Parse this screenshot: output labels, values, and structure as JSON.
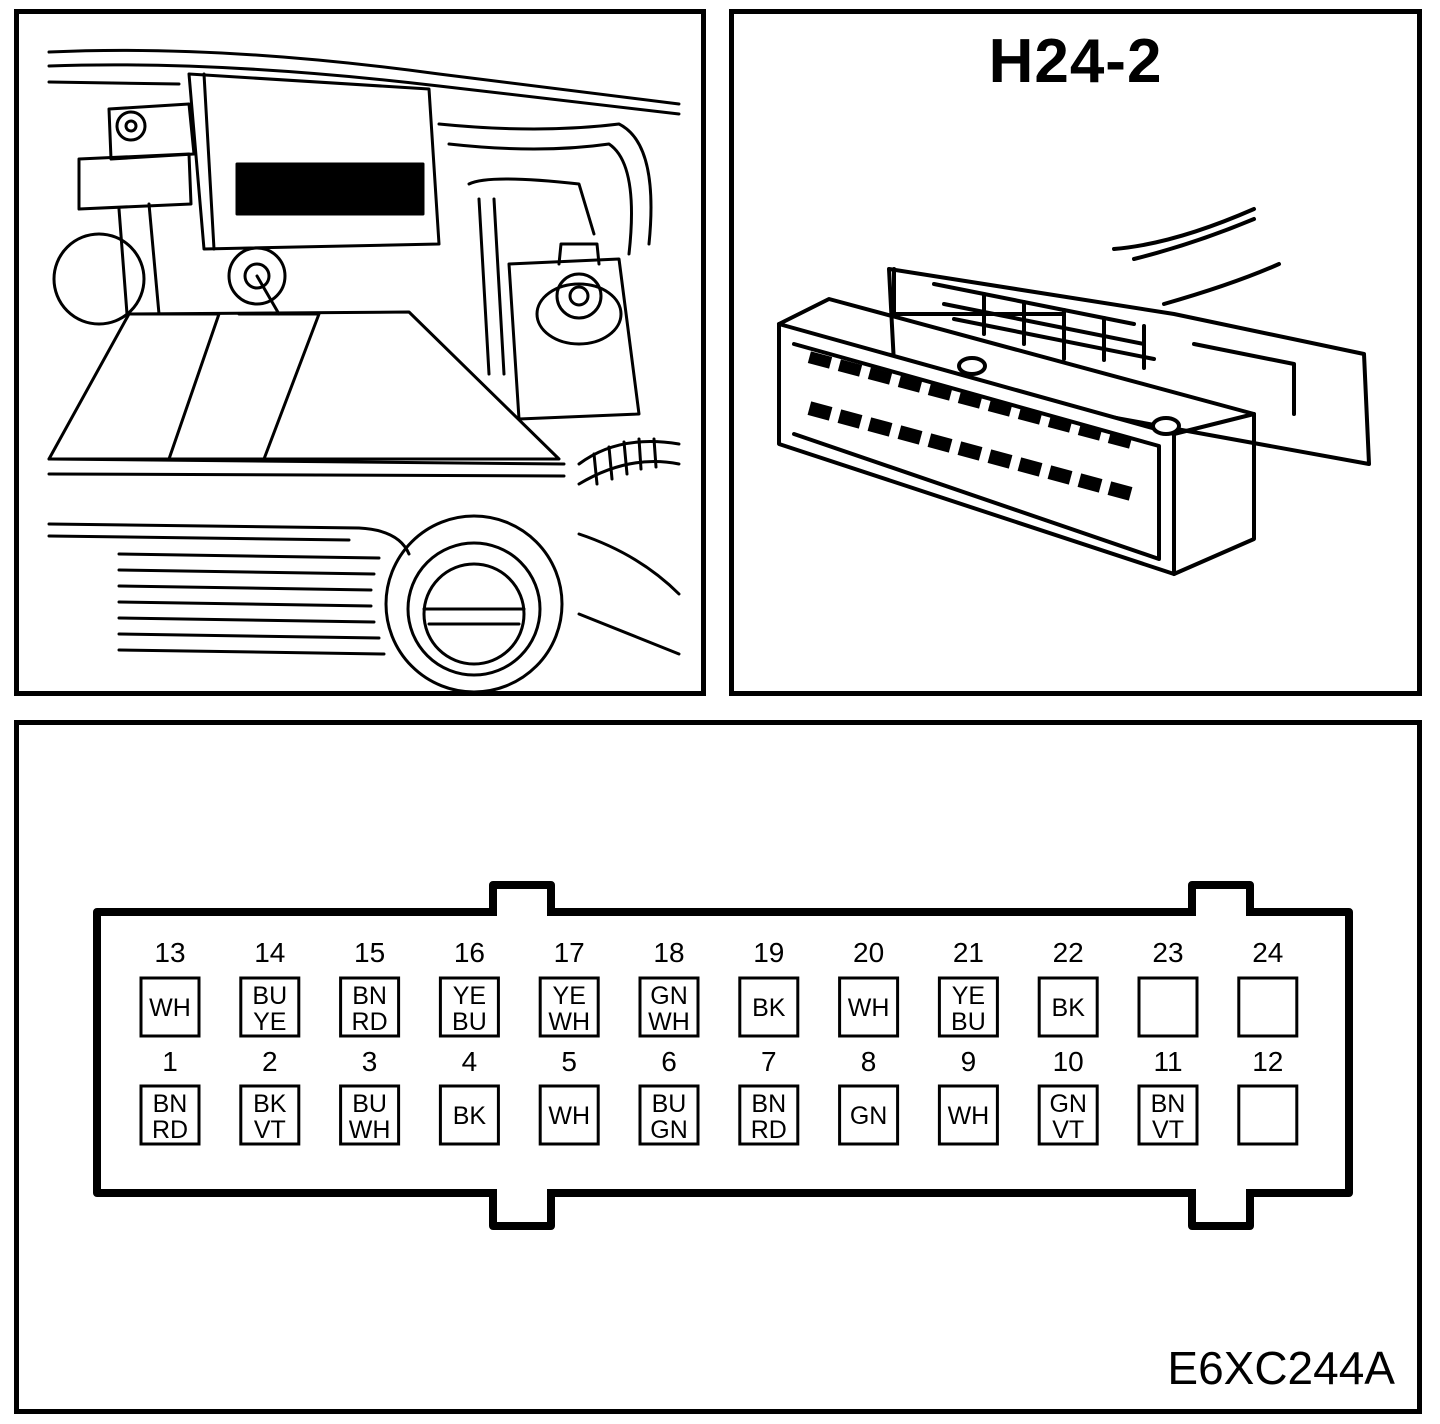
{
  "connector": {
    "title": "H24-2",
    "figure_code": "E6XC244A"
  },
  "pinout": {
    "top_row": [
      {
        "pin": "13",
        "colors": [
          "WH"
        ]
      },
      {
        "pin": "14",
        "colors": [
          "BU",
          "YE"
        ]
      },
      {
        "pin": "15",
        "colors": [
          "BN",
          "RD"
        ]
      },
      {
        "pin": "16",
        "colors": [
          "YE",
          "BU"
        ]
      },
      {
        "pin": "17",
        "colors": [
          "YE",
          "WH"
        ]
      },
      {
        "pin": "18",
        "colors": [
          "GN",
          "WH"
        ]
      },
      {
        "pin": "19",
        "colors": [
          "BK"
        ]
      },
      {
        "pin": "20",
        "colors": [
          "WH"
        ]
      },
      {
        "pin": "21",
        "colors": [
          "YE",
          "BU"
        ]
      },
      {
        "pin": "22",
        "colors": [
          "BK"
        ]
      },
      {
        "pin": "23",
        "colors": []
      },
      {
        "pin": "24",
        "colors": []
      }
    ],
    "bottom_row": [
      {
        "pin": "1",
        "colors": [
          "BN",
          "RD"
        ]
      },
      {
        "pin": "2",
        "colors": [
          "BK",
          "VT"
        ]
      },
      {
        "pin": "3",
        "colors": [
          "BU",
          "WH"
        ]
      },
      {
        "pin": "4",
        "colors": [
          "BK"
        ]
      },
      {
        "pin": "5",
        "colors": [
          "WH"
        ]
      },
      {
        "pin": "6",
        "colors": [
          "BU",
          "GN"
        ]
      },
      {
        "pin": "7",
        "colors": [
          "BN",
          "RD"
        ]
      },
      {
        "pin": "8",
        "colors": [
          "GN"
        ]
      },
      {
        "pin": "9",
        "colors": [
          "WH"
        ]
      },
      {
        "pin": "10",
        "colors": [
          "GN",
          "VT"
        ]
      },
      {
        "pin": "11",
        "colors": [
          "BN",
          "VT"
        ]
      },
      {
        "pin": "12",
        "colors": []
      }
    ]
  }
}
